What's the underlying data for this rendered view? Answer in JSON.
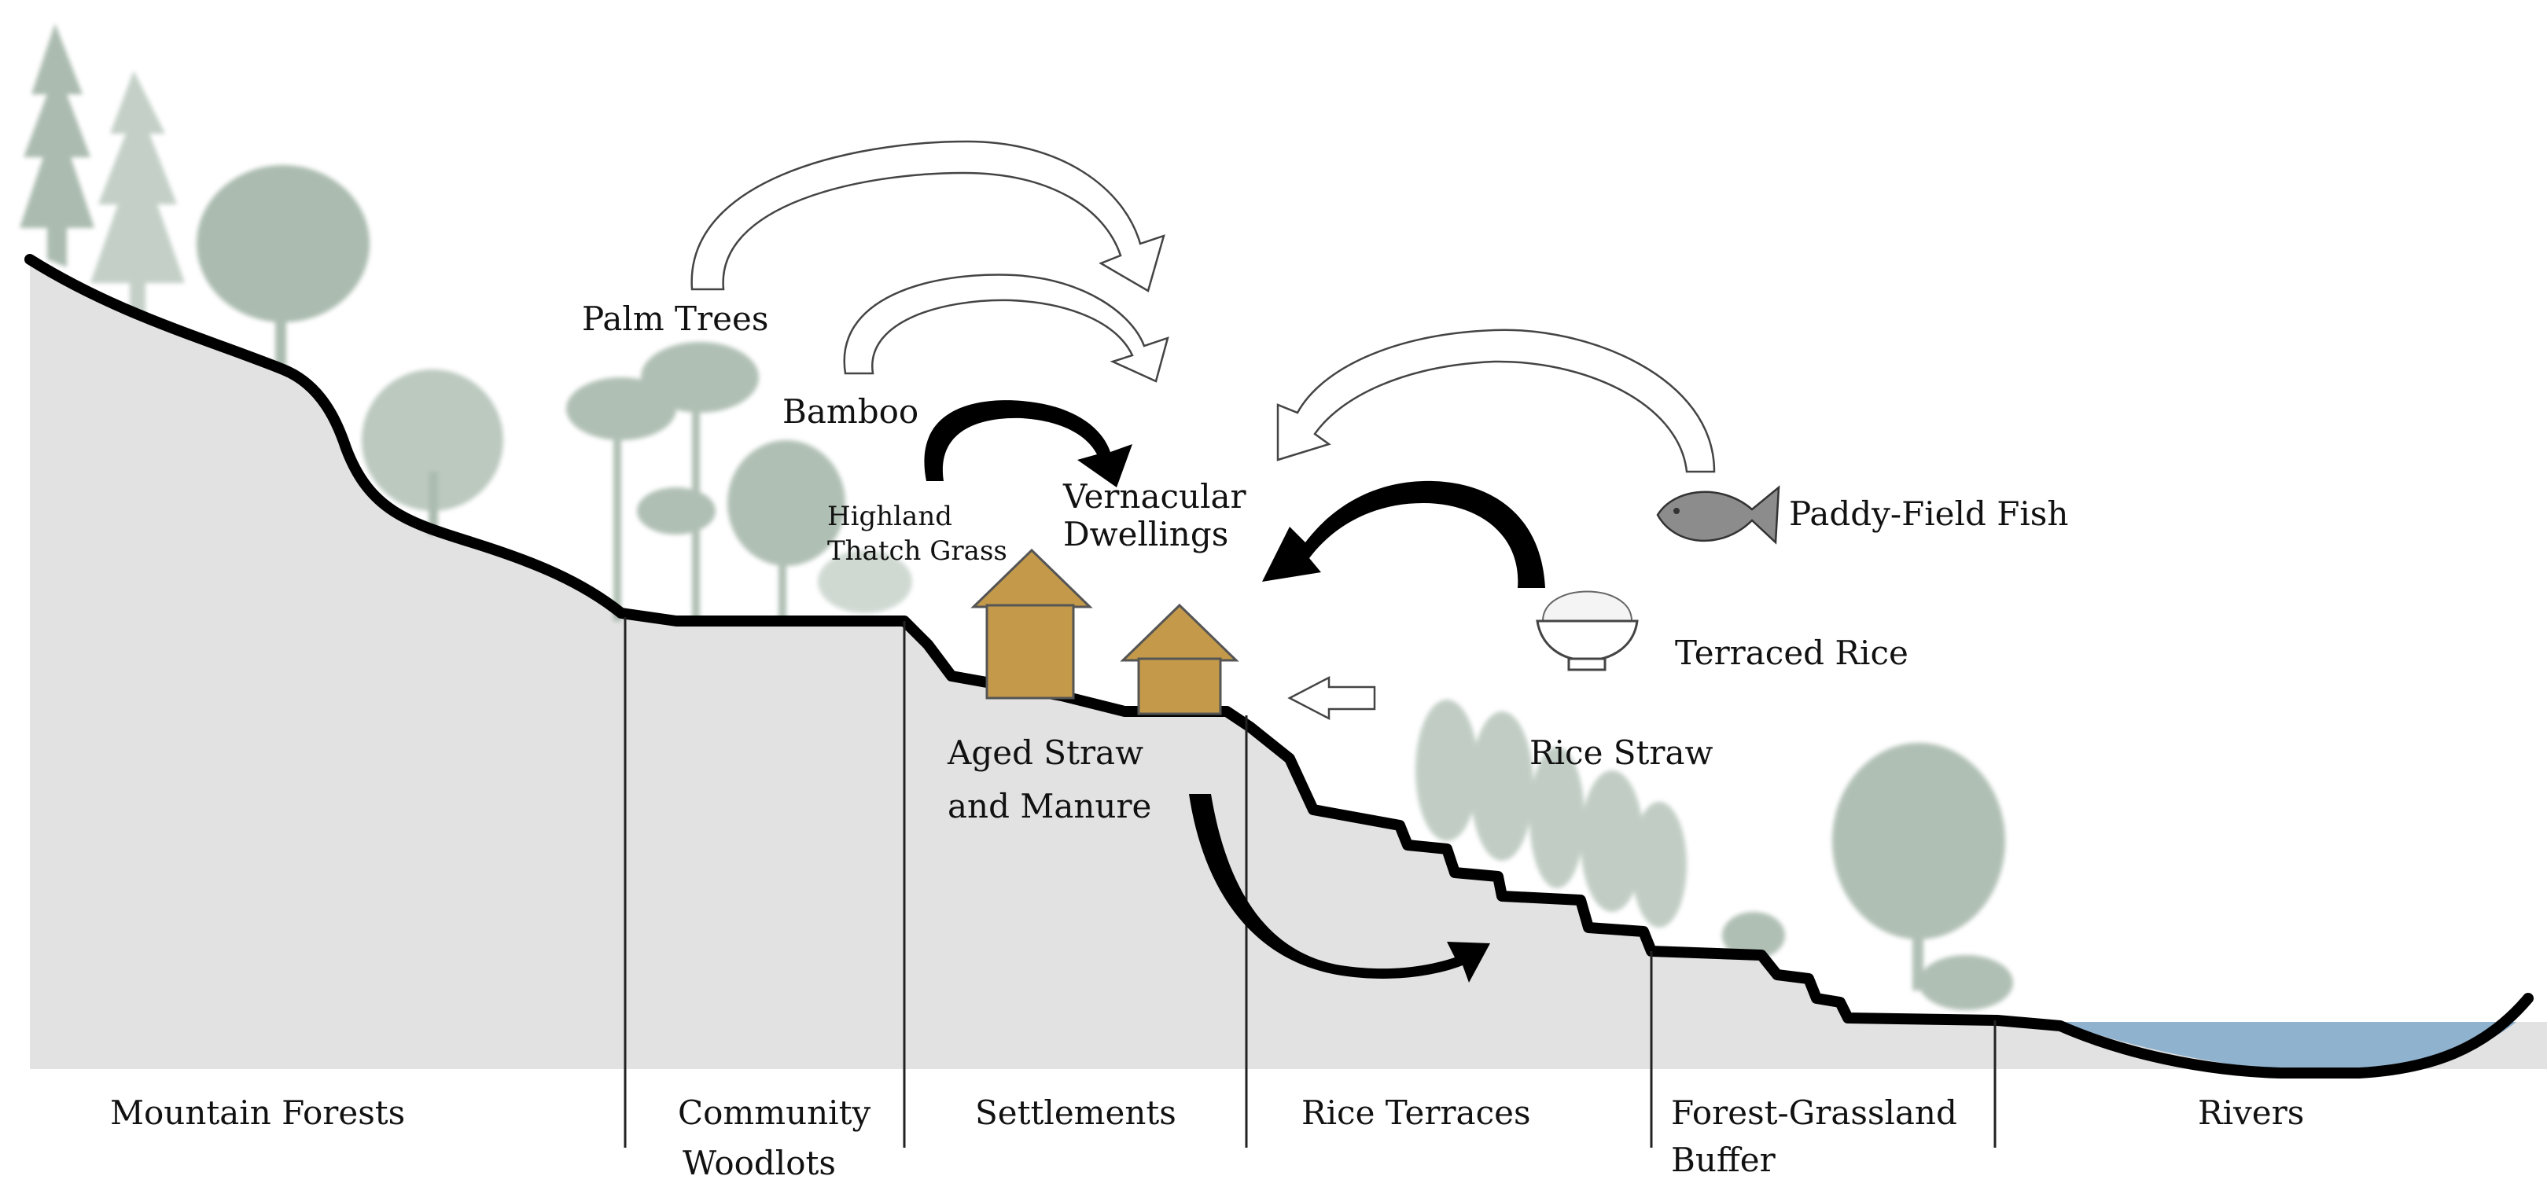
{
  "resources": {
    "palm_trees": "Palm Trees",
    "bamboo": "Bamboo",
    "highland_thatch_line1": "Highland",
    "highland_thatch_line2": "Thatch Grass",
    "dwellings_line1": "Vernacular",
    "dwellings_line2": "Dwellings",
    "paddy_fish": "Paddy-Field Fish",
    "terraced_rice": "Terraced Rice",
    "rice_straw": "Rice Straw",
    "aged_straw_line1": "Aged Straw",
    "aged_straw_line2": "and Manure"
  },
  "zones": {
    "mountain_forests": "Mountain Forests",
    "community_line1": "Community",
    "community_line2": "Woodlots",
    "settlements": "Settlements",
    "rice_terraces": "Rice Terraces",
    "buffer_line1": "Forest-Grassland",
    "buffer_line2": "Buffer",
    "rivers": "Rivers"
  },
  "colors": {
    "ground": "#e2e2e2",
    "outline": "#000000",
    "vegetation": "#8fa595",
    "house": "#c49a4a",
    "water": "#8fb2cf",
    "fish": "#8c8c8c"
  }
}
